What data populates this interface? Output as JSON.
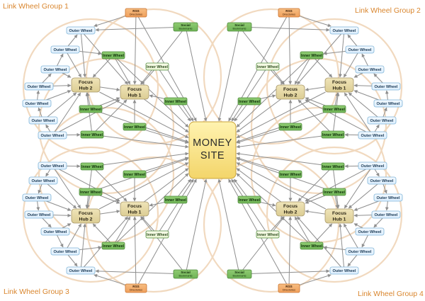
{
  "money_site": {
    "line1": "MONEY",
    "line2": "SITE"
  },
  "groups": [
    {
      "title": "Link Wheel Group 1",
      "rss": {
        "line1": "RSS",
        "line2": "Directories"
      },
      "social": {
        "line1": "Social",
        "line2": "Bookmarks"
      },
      "hubs": [
        {
          "line1": "Focus",
          "line2": "Hub 2"
        },
        {
          "line1": "Focus",
          "line2": "Hub 1"
        }
      ],
      "outer_label": "Outer Wheel",
      "inner_label": "Inner Wheel"
    },
    {
      "title": "Link Wheel Group 2",
      "rss": {
        "line1": "RSS",
        "line2": "Directories"
      },
      "social": {
        "line1": "Social",
        "line2": "Bookmarks"
      },
      "hubs": [
        {
          "line1": "Focus",
          "line2": "Hub 1"
        },
        {
          "line1": "Focus",
          "line2": "Hub 2"
        }
      ],
      "outer_label": "Outer Wheel",
      "inner_label": "Inner Wheel"
    },
    {
      "title": "Link Wheel Group 3",
      "rss": {
        "line1": "RSS",
        "line2": "Directories"
      },
      "social": {
        "line1": "Social",
        "line2": "Bookmarks"
      },
      "hubs": [
        {
          "line1": "Focus",
          "line2": "Hub 2"
        },
        {
          "line1": "Focus",
          "line2": "Hub 1"
        }
      ],
      "outer_label": "Outer Wheel",
      "inner_label": "Inner Wheel"
    },
    {
      "title": "Link Wheel Group 4",
      "rss": {
        "line1": "RSS",
        "line2": "Directories"
      },
      "social": {
        "line1": "Social",
        "line2": "Bookmarks"
      },
      "hubs": [
        {
          "line1": "Focus",
          "line2": "Hub 1"
        },
        {
          "line1": "Focus",
          "line2": "Hub 2"
        }
      ],
      "outer_label": "Outer Wheel",
      "inner_label": "Inner Wheel"
    }
  ],
  "colors": {
    "title": "#d9862e",
    "circle": "#f1d9bf",
    "arrow": "#8e8e8e",
    "outer_fill": "#dcefff",
    "outer_stroke": "#7fb4d6",
    "inner_fill": "#6fb456",
    "inner_stroke": "#4f8a3d",
    "inner_light_fill": "#e9f4d2",
    "hub_fill": "#dccd94",
    "hub_stroke": "#a8976a",
    "money_fill": "#f3d56a",
    "money_stroke": "#c9a33a",
    "rss_fill": "#f0a05c",
    "social_fill": "#6fb456"
  }
}
